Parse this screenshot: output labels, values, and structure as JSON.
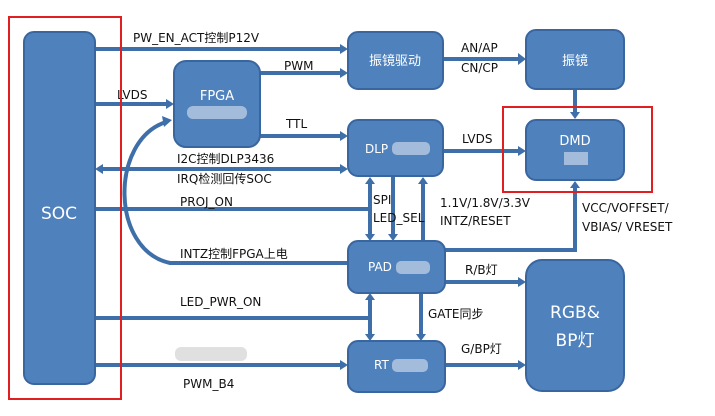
{
  "diagram": {
    "blocks": {
      "soc": "SOC",
      "fpga": "FPGA",
      "galvo_driver": "振镜驱动",
      "galvo": "振镜",
      "dlp": "DLP",
      "dmd": "DMD",
      "pad": "PAD",
      "rt": "RT",
      "rgb_line1": "RGB&",
      "rgb_line2": "BP灯"
    },
    "signals": {
      "pw_en": "PW_EN_ACT控制P12V",
      "pwm": "PWM",
      "lvds_soc_fpga": "LVDS",
      "an_ap": "AN/AP",
      "cn_cp": "CN/CP",
      "ttl": "TTL",
      "lvds_dlp_dmd": "LVDS",
      "i2c": "I2C控制DLP3436",
      "irq": "IRQ检测回传SOC",
      "proj_on": "PROJ_ON",
      "spi": "SPI",
      "led_sel": "LED_SEL",
      "volt": "1.1V/1.8V/3.3V",
      "intz_reset": "INTZ/RESET",
      "vcc": "VCC/VOFFSET/",
      "vbias": "VBIAS/ VRESET",
      "intz_fpga": "INTZ控制FPGA上电",
      "rb": "R/B灯",
      "led_pwr": "LED_PWR_ON",
      "gate": "GATE同步",
      "gbp": "G/BP灯",
      "pwm_b4": "PWM_B4"
    },
    "colors": {
      "block_fill": "#4f81bd",
      "wire": "#3f6fa8",
      "highlight": "#e02020"
    }
  }
}
